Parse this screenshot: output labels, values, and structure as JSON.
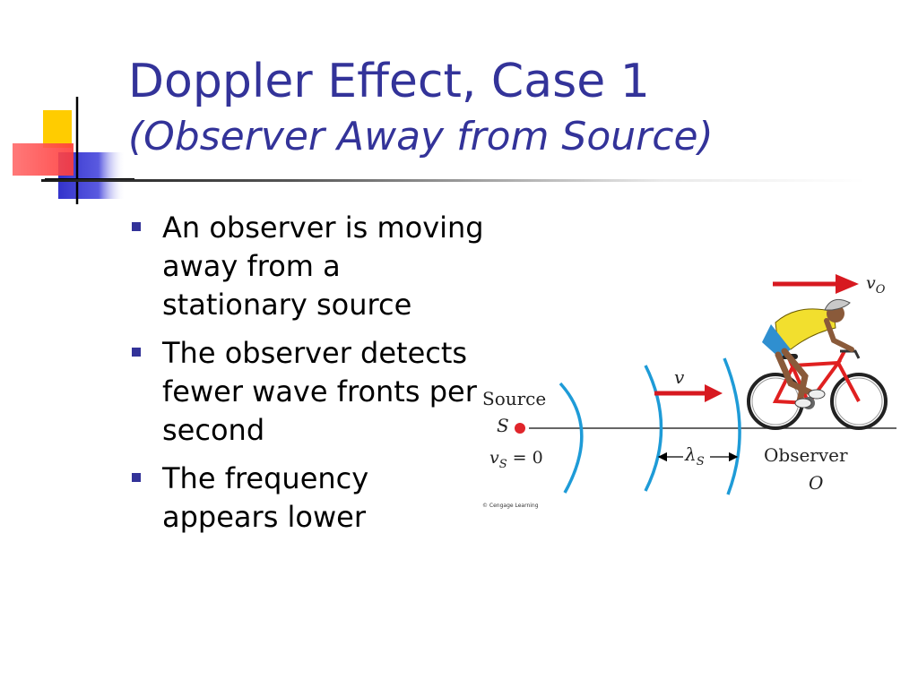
{
  "slide": {
    "title_line1": "Doppler Effect, Case 1",
    "title_line2": "(Observer Away from Source)",
    "bullets": [
      "An observer is moving away from a stationary source",
      "The observer detects fewer wave fronts per second",
      "The frequency appears lower"
    ]
  },
  "figure": {
    "source_label": "Source",
    "source_symbol": "S",
    "source_speed": "v",
    "source_speed_sub": "S",
    "source_speed_value": " = 0",
    "wave_speed": "v",
    "wavelength": "λ",
    "wavelength_sub": "S",
    "observer_speed": "v",
    "observer_speed_sub": "O",
    "observer_label": "Observer",
    "observer_symbol": "O",
    "credit": "© Cengage Learning"
  },
  "colors": {
    "title": "#333399",
    "bullet": "#333399",
    "wavefront": "#1e9bd7",
    "arrow": "#d71920",
    "source_dot": "#e0252b"
  }
}
